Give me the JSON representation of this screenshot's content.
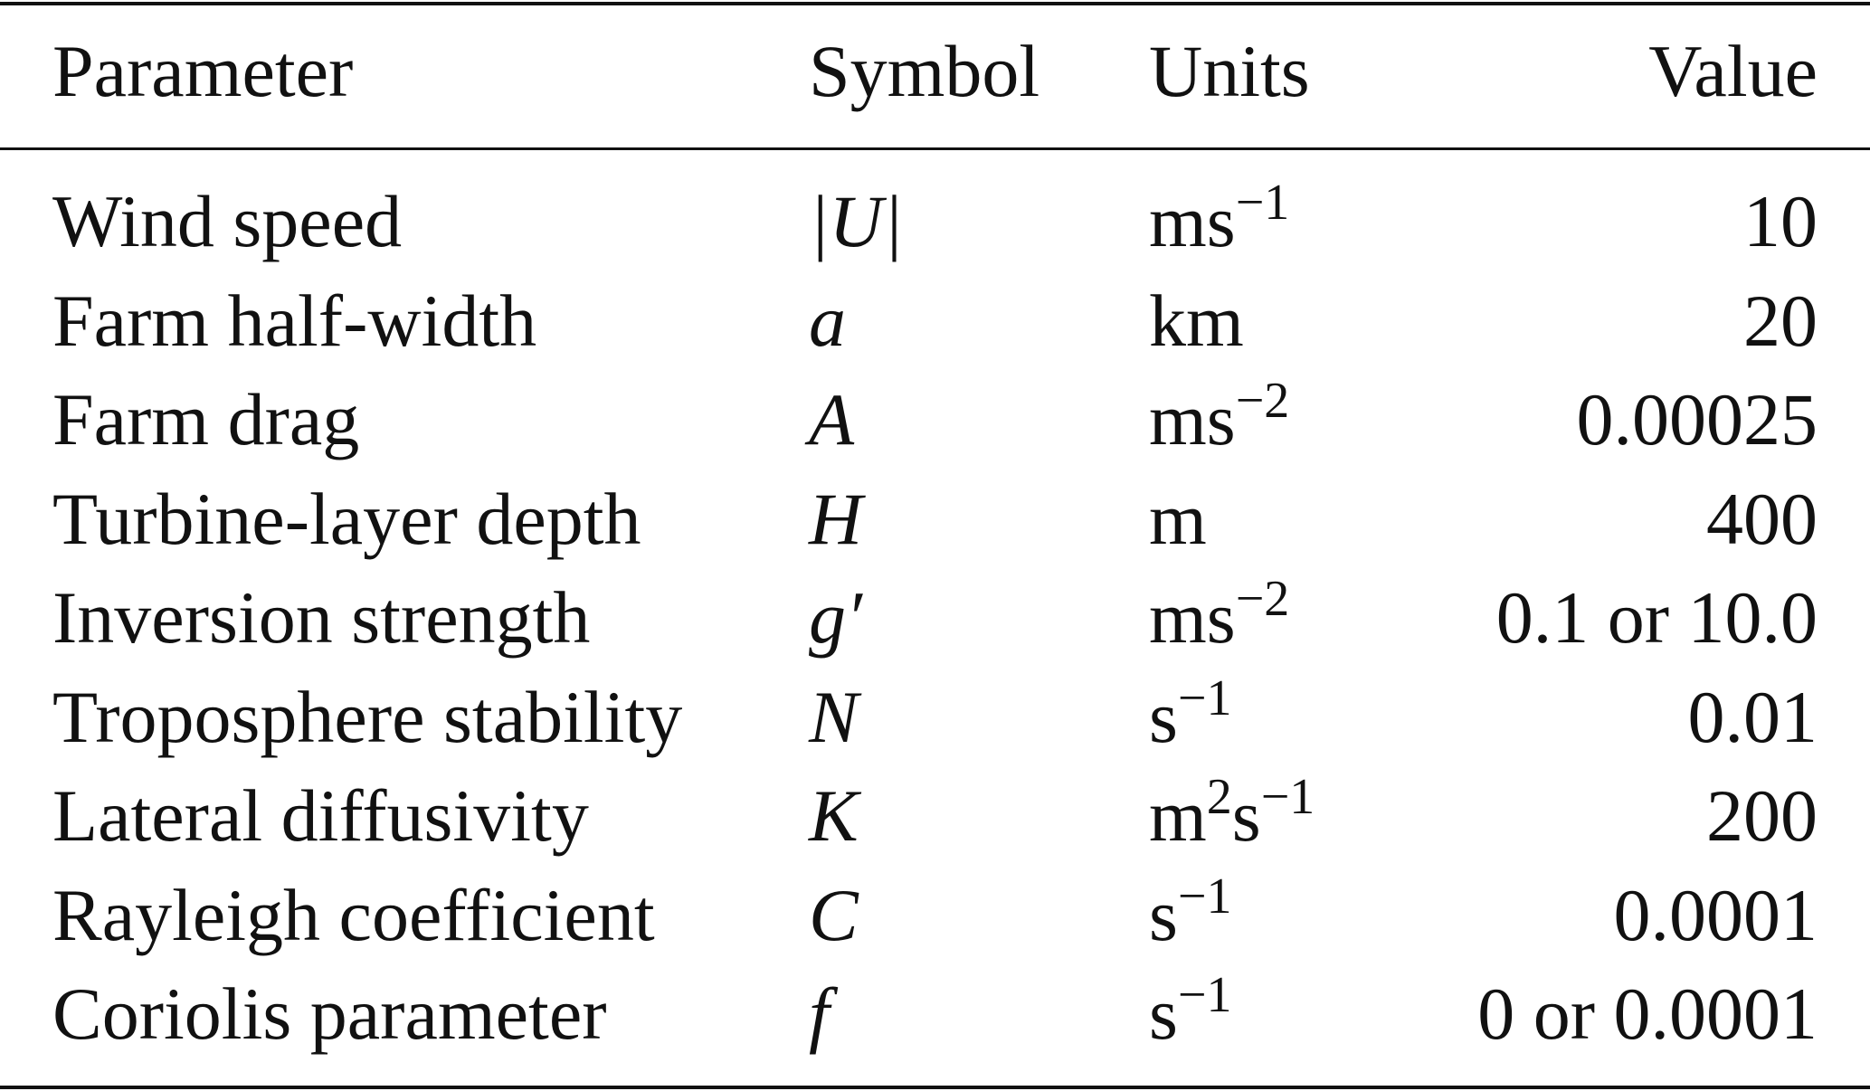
{
  "headers": {
    "parameter": "Parameter",
    "symbol": "Symbol",
    "units": "Units",
    "value": "Value"
  },
  "rows": [
    {
      "parameter": "Wind speed",
      "symbol": "|U|",
      "units_base": "ms",
      "units_sup": "−1",
      "units_base2": "",
      "units_sup2": "",
      "value": "10"
    },
    {
      "parameter": "Farm half-width",
      "symbol": "a",
      "units_base": "km",
      "units_sup": "",
      "units_base2": "",
      "units_sup2": "",
      "value": "20"
    },
    {
      "parameter": "Farm drag",
      "symbol": "A",
      "units_base": "ms",
      "units_sup": "−2",
      "units_base2": "",
      "units_sup2": "",
      "value": "0.00025"
    },
    {
      "parameter": "Turbine-layer depth",
      "symbol": "H",
      "units_base": "m",
      "units_sup": "",
      "units_base2": "",
      "units_sup2": "",
      "value": "400"
    },
    {
      "parameter": "Inversion strength",
      "symbol": "g′",
      "units_base": "ms",
      "units_sup": "−2",
      "units_base2": "",
      "units_sup2": "",
      "value": "0.1 or 10.0"
    },
    {
      "parameter": "Troposphere stability",
      "symbol": "N",
      "units_base": "s",
      "units_sup": "−1",
      "units_base2": "",
      "units_sup2": "",
      "value": "0.01"
    },
    {
      "parameter": "Lateral diffusivity",
      "symbol": "K",
      "units_base": "m",
      "units_sup": "2",
      "units_base2": "s",
      "units_sup2": "−1",
      "value": "200"
    },
    {
      "parameter": "Rayleigh coefficient",
      "symbol": "C",
      "units_base": "s",
      "units_sup": "−1",
      "units_base2": "",
      "units_sup2": "",
      "value": "0.0001"
    },
    {
      "parameter": "Coriolis parameter",
      "symbol": "f",
      "units_base": "s",
      "units_sup": "−1",
      "units_base2": "",
      "units_sup2": "",
      "value": "0 or 0.0001"
    }
  ]
}
